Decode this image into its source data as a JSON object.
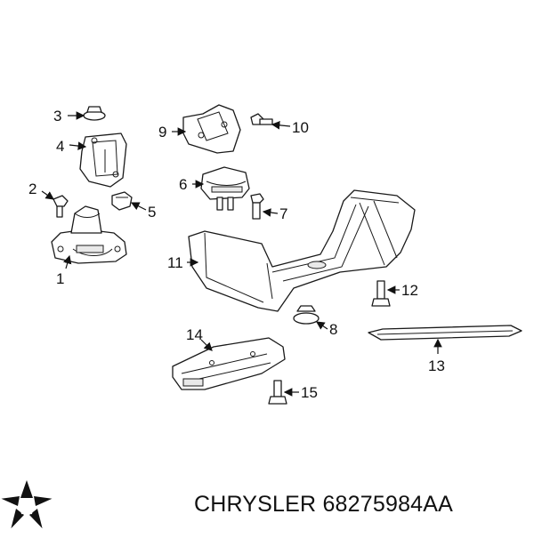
{
  "callouts": [
    "1",
    "2",
    "3",
    "4",
    "5",
    "6",
    "7",
    "8",
    "9",
    "10",
    "11",
    "12",
    "13",
    "14",
    "15"
  ],
  "footer": {
    "brand": "CHRYSLER",
    "part_number": "68275984AA"
  },
  "colors": {
    "ink": "#1a1a1a",
    "background": "#ffffff"
  },
  "icons": [
    "chrysler-pentastar-logo"
  ]
}
